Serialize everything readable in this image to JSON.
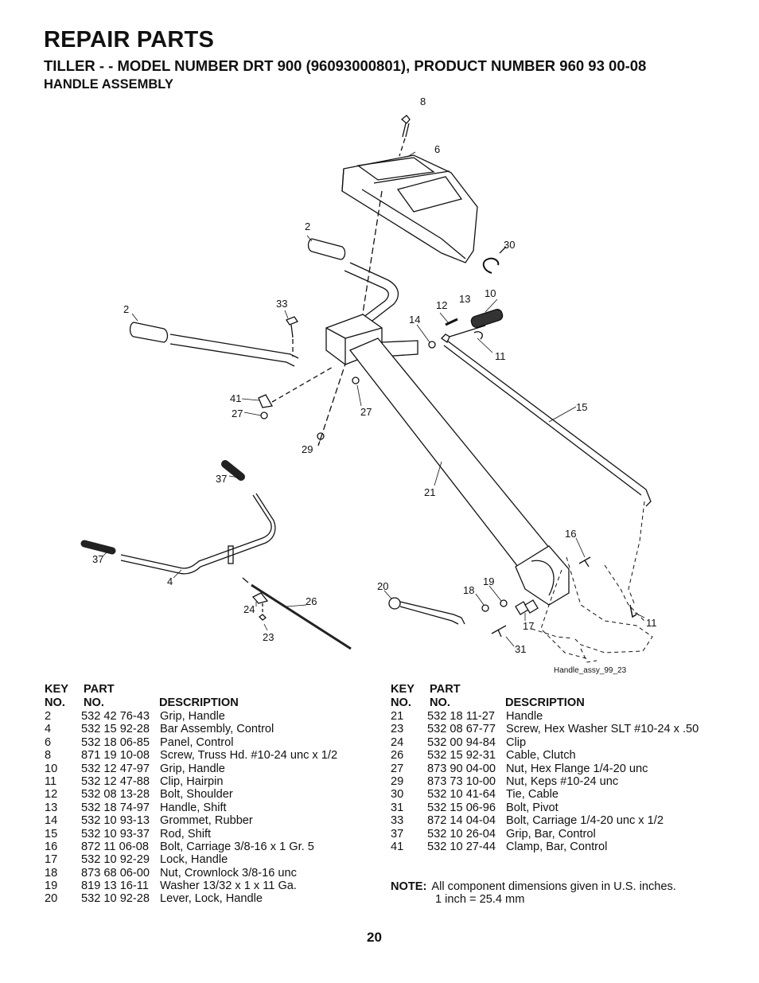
{
  "header": {
    "title": "REPAIR PARTS",
    "subtitle": "TILLER - - MODEL NUMBER DRT 900 (96093000801), PRODUCT NUMBER 960 93 00-08",
    "section": "HANDLE ASSEMBLY"
  },
  "diagram": {
    "callouts": [
      "8",
      "6",
      "30",
      "2",
      "2",
      "33",
      "12",
      "13",
      "10",
      "14",
      "11",
      "41",
      "27",
      "27",
      "29",
      "15",
      "37",
      "21",
      "37",
      "4",
      "16",
      "20",
      "18",
      "19",
      "26",
      "24",
      "17",
      "11",
      "23",
      "31"
    ],
    "file_label": "Handle_assy_99_23"
  },
  "table": {
    "col_key_line1": "KEY",
    "col_key_line2": "NO.",
    "col_part_line1": "PART",
    "col_part_line2": "NO.",
    "col_desc": "DESCRIPTION",
    "left": [
      {
        "key": "2",
        "part": "532 42 76-43",
        "desc": "Grip, Handle"
      },
      {
        "key": "4",
        "part": "532 15 92-28",
        "desc": "Bar Assembly, Control"
      },
      {
        "key": "6",
        "part": "532 18 06-85",
        "desc": "Panel, Control"
      },
      {
        "key": "8",
        "part": "871 19 10-08",
        "desc": "Screw, Truss Hd. #10-24 unc x 1/2"
      },
      {
        "key": "10",
        "part": "532 12 47-97",
        "desc": "Grip, Handle"
      },
      {
        "key": "11",
        "part": "532 12 47-88",
        "desc": "Clip, Hairpin"
      },
      {
        "key": "12",
        "part": "532 08 13-28",
        "desc": "Bolt, Shoulder"
      },
      {
        "key": "13",
        "part": "532 18 74-97",
        "desc": "Handle, Shift"
      },
      {
        "key": "14",
        "part": "532 10 93-13",
        "desc": "Grommet, Rubber"
      },
      {
        "key": "15",
        "part": "532 10 93-37",
        "desc": "Rod, Shift"
      },
      {
        "key": "16",
        "part": "872 11 06-08",
        "desc": "Bolt, Carriage  3/8-16 x 1 Gr. 5"
      },
      {
        "key": "17",
        "part": "532 10 92-29",
        "desc": "Lock, Handle"
      },
      {
        "key": "18",
        "part": "873 68 06-00",
        "desc": "Nut, Crownlock 3/8-16 unc"
      },
      {
        "key": "19",
        "part": "819 13 16-11",
        "desc": "Washer  13/32 x 1 x 11 Ga."
      },
      {
        "key": "20",
        "part": "532 10 92-28",
        "desc": "Lever, Lock, Handle"
      }
    ],
    "right": [
      {
        "key": "21",
        "part": "532 18 11-27",
        "desc": "Handle"
      },
      {
        "key": "23",
        "part": "532 08 67-77",
        "desc": "Screw, Hex Washer SLT #10-24 x .50"
      },
      {
        "key": "24",
        "part": "532 00 94-84",
        "desc": "Clip"
      },
      {
        "key": "26",
        "part": "532 15 92-31",
        "desc": "Cable, Clutch"
      },
      {
        "key": "27",
        "part": "873 90 04-00",
        "desc": "Nut, Hex  Flange 1/4-20 unc"
      },
      {
        "key": "29",
        "part": "873 73 10-00",
        "desc": "Nut, Keps  #10-24 unc"
      },
      {
        "key": "30",
        "part": "532 10 41-64",
        "desc": "Tie, Cable"
      },
      {
        "key": "31",
        "part": "532 15 06-96",
        "desc": "Bolt, Pivot"
      },
      {
        "key": "33",
        "part": "872 14 04-04",
        "desc": "Bolt, Carriage  1/4-20 unc x 1/2"
      },
      {
        "key": "37",
        "part": "532 10 26-04",
        "desc": "Grip, Bar, Control"
      },
      {
        "key": "41",
        "part": "532 10 27-44",
        "desc": "Clamp, Bar, Control"
      }
    ]
  },
  "note": {
    "label": "NOTE:",
    "line1": "All component dimensions given in U.S. inches.",
    "line2": "1 inch = 25.4 mm"
  },
  "page_number": "20"
}
